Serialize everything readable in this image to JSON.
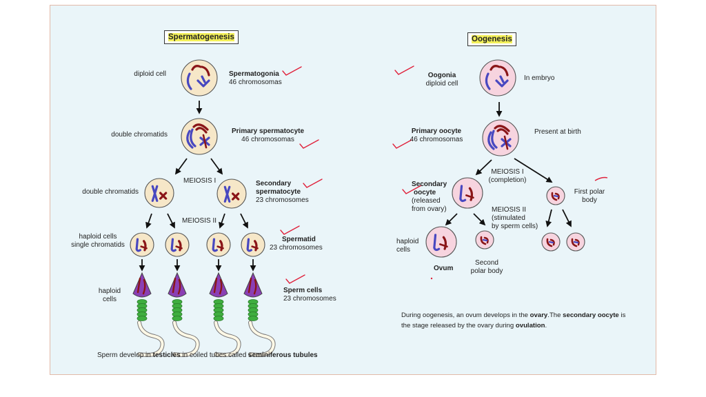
{
  "spermatogenesis": {
    "title": "Spermatogenesis",
    "diploid_cell": "diploid cell",
    "double_chromatids_1": "double chromatids",
    "double_chromatids_2": "double chromatids",
    "meiosis_1": "MEIOSIS I",
    "meiosis_2": "MEIOSIS II",
    "haploid_cells_single_1": "haploid cells",
    "haploid_cells_single_2": "single chromatids",
    "haploid_cells_1": "haploid",
    "haploid_cells_2": "cells",
    "spermatogonia": "Spermatogonia",
    "spermatogonia_count": "46 chromosomas",
    "primary_spermatocyte": "Primary spermatocyte",
    "primary_spermatocyte_count": "46 chromosomas",
    "secondary_spermatocyte_1": "Secondary",
    "secondary_spermatocyte_2": "spermatocyte",
    "secondary_spermatocyte_count": "23 chromosomes",
    "spermatid": "Spermatid",
    "spermatid_count": "23 chromosomes",
    "sperm_cells": "Sperm cells",
    "sperm_cells_count": "23 chromosomes",
    "footer_1": "Sperm develop in ",
    "footer_2": "testicles",
    "footer_3": " in coiled tubes called ",
    "footer_4": "seminiferous tubules"
  },
  "oogenesis": {
    "title": "Oogenesis",
    "oogonia": "Oogonia",
    "oogonia_sub": "diploid cell",
    "in_embryo": "In embryo",
    "primary_oocyte": "Primary oocyte",
    "primary_oocyte_count": "46 chromosomas",
    "present_at_birth": "Present at birth",
    "meiosis_1": "MEIOSIS I",
    "meiosis_1_sub": "(completion)",
    "secondary_oocyte_1": "Secondary",
    "secondary_oocyte_2": "oocyte",
    "secondary_oocyte_3": "(released",
    "secondary_oocyte_4": "from ovary)",
    "first_polar_body_1": "First polar",
    "first_polar_body_2": "body",
    "meiosis_2": "MEIOSIS II",
    "meiosis_2_sub1": "(stimulated",
    "meiosis_2_sub2": "by sperm cells)",
    "haploid_1": "haploid",
    "haploid_2": "cells",
    "ovum": "Ovum",
    "second_polar_body_1": "Second",
    "second_polar_body_2": "polar body",
    "para_1": "During oogenesis, an ovum develops in the ",
    "para_2": "ovary",
    "para_3": ".The ",
    "para_4": "secondary",
    "para_5": "oocyte",
    "para_6": " is the stage released by the ovary during ",
    "para_7": "ovulation",
    "para_8": "."
  },
  "colors": {
    "sperm_cell_fill": "#f6e7c8",
    "oo_cell_fill": "#f7d4df",
    "chromosome_blue": "#4848c0",
    "chromosome_red": "#8a1518",
    "sperm_head": "#8a3fb4",
    "sperm_midpiece": "#3fae3f",
    "tick_mark": "#e0203a",
    "highlight": "#f3f05a"
  }
}
